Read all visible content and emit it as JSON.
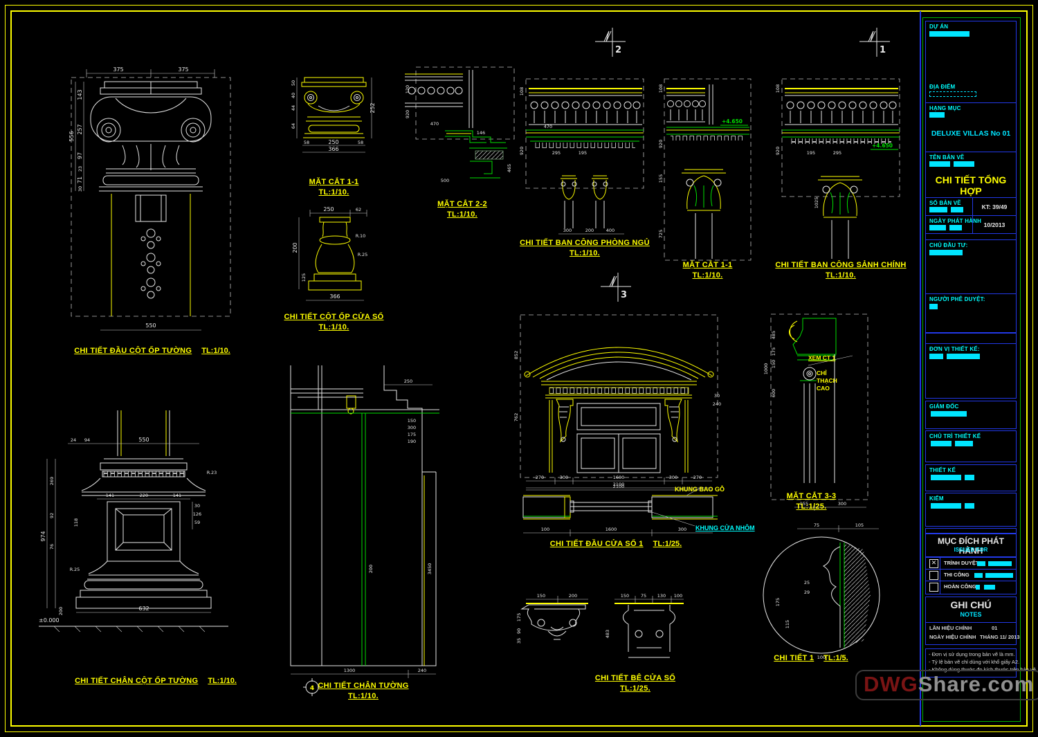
{
  "markers": {
    "m1": "1",
    "m2": "2",
    "m3": "3",
    "m4": "4"
  },
  "levels": {
    "l1": "+4.650",
    "l2": "+4.650",
    "ground": "±0.000"
  },
  "callouts": {
    "khung_bao_go": "KHUNG BAO GỖ",
    "khung_cua_nhom": "KHUNG CỬA NHÔM",
    "xem_ct1": "XEM CT 1",
    "chi_1": "CHỈ",
    "chi_2": "THẠCH",
    "chi_3": "CAO"
  },
  "details": {
    "capital": {
      "title": "CHI TIẾT ĐẦU CỘT ỐP TƯỜNG",
      "scale": "TL:1/10.",
      "dims": [
        "375",
        "375",
        "143",
        "257",
        "97",
        "23",
        "71",
        "30",
        "556",
        "550"
      ]
    },
    "small_capital": {
      "title": "MẶT CẮT 1-1",
      "scale": "TL:1/10.",
      "dims": [
        "50",
        "40",
        "44",
        "64",
        "252",
        "58",
        "250",
        "58",
        "366"
      ]
    },
    "baluster": {
      "title": "CHI TIẾT CỘT ỐP CỬA SỔ",
      "scale": "TL:1/10.",
      "dims": [
        "250",
        "62",
        "200",
        "125",
        "R.10",
        "R.25",
        "366"
      ]
    },
    "section22": {
      "title": "MẶT CẮT 2-2",
      "scale": "TL:1/10.",
      "dims": [
        "120",
        "920",
        "470",
        "500",
        "146",
        "465"
      ]
    },
    "balcony_bedroom": {
      "title": "CHI TIẾT BAN CÔNG PHÒNG NGỦ",
      "scale": "TL:1/10.",
      "dims": [
        "108",
        "920",
        "470",
        "295",
        "195",
        "300",
        "200",
        "400"
      ]
    },
    "section11": {
      "title": "MẶT CẮT 1-1",
      "scale": "TL:1/10.",
      "dims": [
        "108",
        "920",
        "155",
        "725"
      ]
    },
    "balcony_main": {
      "title": "CHI TIẾT BAN CÔNG SẢNH CHÍNH",
      "scale": "TL:1/10.",
      "dims": [
        "108",
        "920",
        "195",
        "295",
        "1025"
      ]
    },
    "column_base": {
      "title": "CHI TIẾT CHÂN CỘT ỐP TƯỜNG",
      "scale": "TL:1/10.",
      "dims": [
        "24",
        "94",
        "550",
        "118",
        "141",
        "220",
        "141",
        "30",
        "126",
        "59",
        "269",
        "92",
        "76",
        "974",
        "632",
        "200",
        "R.23",
        "R.25"
      ]
    },
    "wall_base": {
      "title": "CHI TIẾT CHÂN TƯỜNG",
      "scale": "TL:1/10.",
      "dims": [
        "250",
        "150",
        "300",
        "175",
        "190",
        "200",
        "3450",
        "1300",
        "240"
      ]
    },
    "window_head": {
      "title": "CHI TIẾT ĐẦU CỬA SỔ 1",
      "scale": "TL:1/25.",
      "dims": [
        "852",
        "762",
        "30",
        "240",
        "270",
        "300",
        "1600",
        "300",
        "270",
        "2100"
      ]
    },
    "window_head_section": {
      "dims": [
        "2100",
        "100",
        "1600",
        "300"
      ]
    },
    "section33": {
      "title": "MẶT CẮT 3-3",
      "scale": "TL:1/25.",
      "dims": [
        "485",
        "175",
        "150",
        "600",
        "1000",
        "155",
        "300"
      ]
    },
    "sill": {
      "title": "CHI TIẾT BỆ CỬA SỔ",
      "scale": "TL:1/25.",
      "dims_left": [
        "150",
        "200",
        "175",
        "90",
        "35"
      ],
      "dims_right": [
        "150",
        "75",
        "130",
        "100",
        "483"
      ]
    },
    "detail1": {
      "title": "CHI TIẾT 1",
      "scale": "TL:1/5.",
      "dims": [
        "75",
        "105",
        "25",
        "29",
        "175",
        "115",
        "100"
      ]
    }
  },
  "titleblock": {
    "project_label": "DỰ ÁN",
    "location_label": "ĐỊA ĐIỂM",
    "category_label": "HẠNG MỤC",
    "category_value": "DELUXE VILLAS No 01",
    "drawing_name_label": "TÊN BẢN VẼ",
    "drawing_name_value": "CHI TIẾT TỔNG HỢP",
    "sheet_no_label": "SỐ BẢN VẼ",
    "sheet_no_value": "KT: 39/49",
    "issue_date_label": "NGÀY PHÁT HÀNH",
    "issue_date_value": "10/2013",
    "client_label": "CHỦ ĐẦU TƯ:",
    "approver_label": "NGƯỜI PHÊ DUYỆT:",
    "designer_label": "ĐƠN VỊ THIẾT KẾ:",
    "director_label": "GIÁM ĐỐC",
    "lead_label": "CHỦ TRÌ THIẾT KẾ",
    "design_label": "THIẾT KẾ",
    "check_label": "KIỂM",
    "purpose_title": "MỤC ĐÍCH PHÁT HÀNH",
    "purpose_subtitle": "ISSUED FOR",
    "check_glyph": "✕",
    "purpose_rows": [
      {
        "label": "TRÌNH DUYỆT"
      },
      {
        "label": "THI CÔNG"
      },
      {
        "label": "HOÀN CÔNG"
      }
    ],
    "notes_title": "GHI CHÚ",
    "notes_subtitle": "NOTES",
    "revision_label": "LẦN HIỆU CHỈNH",
    "revision_value": "01",
    "revision_date_label": "NGÀY HIỆU CHỈNH",
    "revision_date_value": "THÁNG 11/ 2013",
    "notes": [
      "- Đơn vị sử dụng trong bản vẽ là mm.",
      "- Tỷ lệ bản vẽ chỉ dùng với khổ giấy A2.",
      "- Không dùng thước đo kích thước trên bản vẽ."
    ]
  },
  "watermark": {
    "prefix": "DWG",
    "suffix": "Share.com"
  }
}
